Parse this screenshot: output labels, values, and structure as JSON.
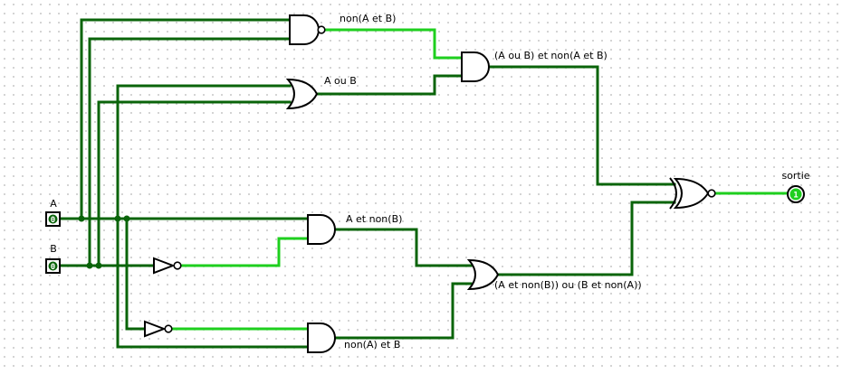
{
  "colors": {
    "wire_low": "#0a640a",
    "wire_high": "#1ecf1e",
    "led_low": "#0a640a",
    "led_high": "#1ecf1e"
  },
  "inputs": {
    "a": {
      "label": "A",
      "value": "0"
    },
    "b": {
      "label": "B",
      "value": "0"
    }
  },
  "output": {
    "label": "sortie",
    "value": "1"
  },
  "gate_labels": {
    "nand": "non(A et B)",
    "or": "A ou B",
    "and_top": "(A ou B) et non(A et B)",
    "and_a": "A et non(B)",
    "and_b": "non(A) et B",
    "or_bottom": "(A et non(B)) ou (B et non(A))"
  }
}
